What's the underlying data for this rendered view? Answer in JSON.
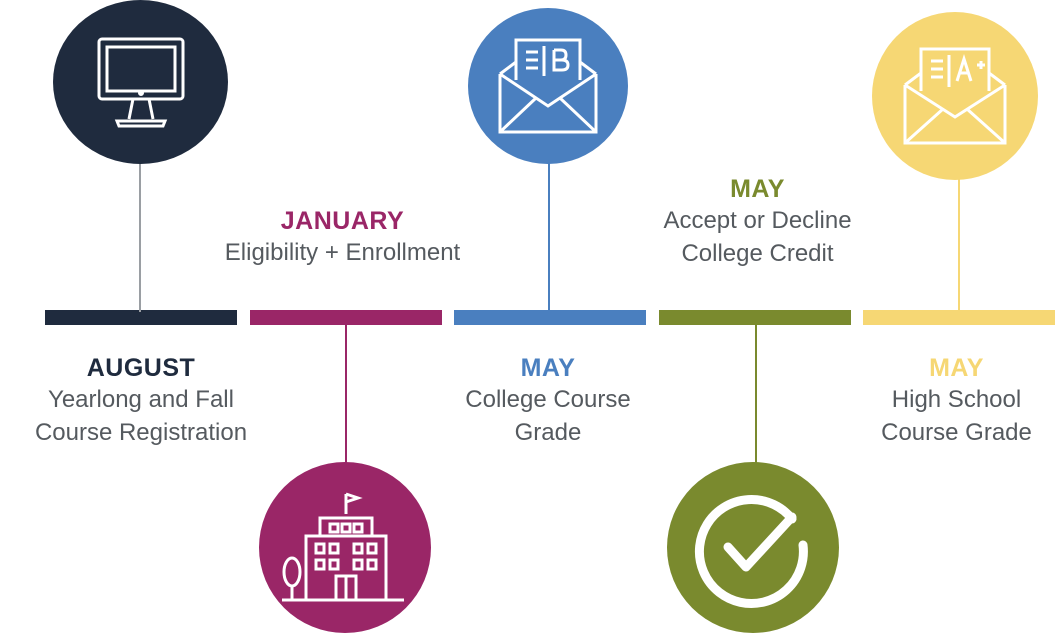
{
  "colors": {
    "navy": "#1f2b3e",
    "magenta": "#9a2667",
    "blue": "#4a7fbf",
    "olive": "#7a8a2e",
    "yellow": "#f6d774"
  },
  "milestones": [
    {
      "month": "AUGUST",
      "description": "Yearlong and Fall\nCourse Registration",
      "icon": "computer-monitor-icon",
      "color": "#1f2b3e"
    },
    {
      "month": "JANUARY",
      "description": "Eligibility + Enrollment",
      "icon": "school-building-icon",
      "color": "#9a2667"
    },
    {
      "month": "MAY",
      "description": "College Course\nGrade",
      "icon": "envelope-grade-b-icon",
      "color": "#4a7fbf"
    },
    {
      "month": "MAY",
      "description": "Accept or Decline\nCollege Credit",
      "icon": "checkmark-circle-icon",
      "color": "#7a8a2e"
    },
    {
      "month": "MAY",
      "description": "High School\nCourse Grade",
      "icon": "envelope-grade-a-plus-icon",
      "color": "#f6d774"
    }
  ]
}
